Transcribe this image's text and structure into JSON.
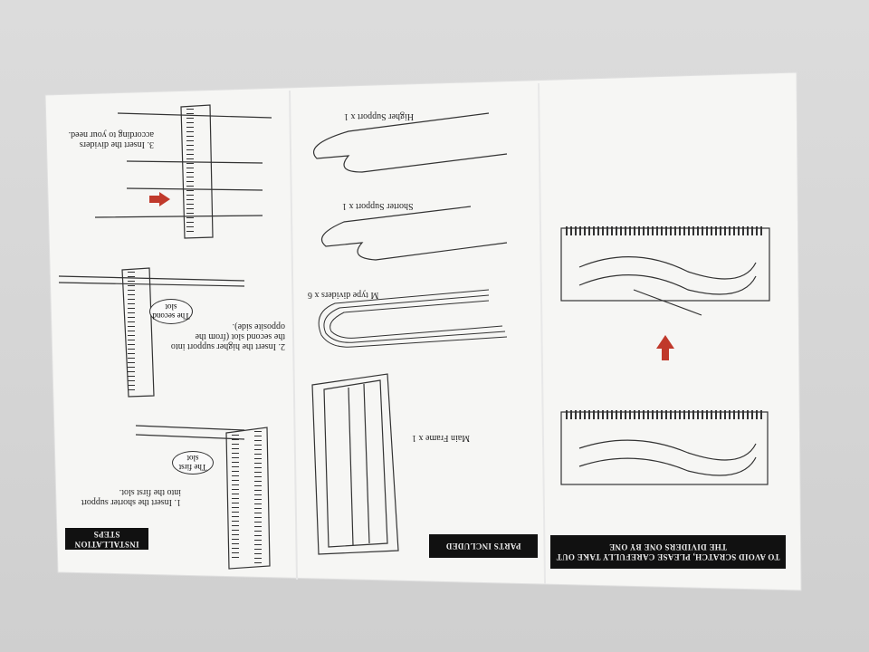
{
  "banners": {
    "installation_steps": "INSTALLATION STEPS",
    "parts_included": "PARTS INCLUDED",
    "warning": "TO AVOID SCRATCH, PLEASE CAREFULLY TAKE OUT THE DIVIDERS ONE BY ONE"
  },
  "parts": {
    "main_frame": "Main Frame x 1",
    "m_dividers": "M type dividers x 6",
    "shorter_support": "Shorter Support x 1",
    "higher_support": "Higher Support x 1"
  },
  "steps": {
    "step1": "1. Insert the shorter support into the first slot.",
    "step1_callout": "The first slot",
    "step2": "2. Insert the higher support into the second slot (from the opposite side).",
    "step2_callout": "The second slot",
    "step3": "3. Insert the dividers according to your need."
  },
  "colors": {
    "arrow": "#c0392b",
    "banner": "#111111",
    "paper": "#f7f7f5"
  }
}
